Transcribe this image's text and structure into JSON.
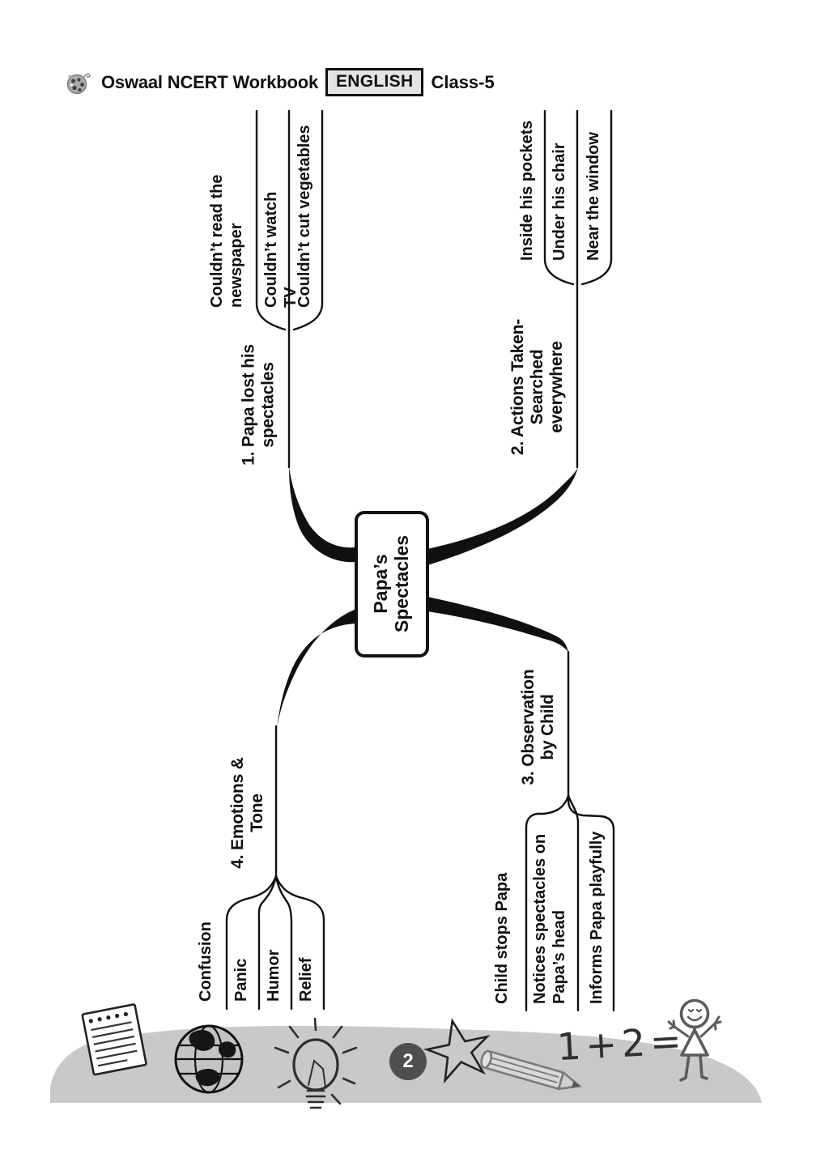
{
  "header": {
    "brand": "Oswaal NCERT Workbook",
    "subject": "ENGLISH",
    "class_label": "Class-5",
    "logo_icon": "ladybug-logo-icon"
  },
  "mindmap": {
    "center": "Papa’s Spectacles",
    "branches": [
      {
        "title": "1. Papa lost his spectacles",
        "leaves": [
          "Couldn’t read the newspaper",
          "Couldn’t watch TV",
          "Couldn’t cut vegetables"
        ]
      },
      {
        "title": "2. Actions Taken- Searched everywhere",
        "leaves": [
          "Inside his pockets",
          "Under his chair",
          "Near the window"
        ]
      },
      {
        "title": "3. Observation by Child",
        "leaves": [
          "Child stops Papa",
          "Notices spectacles on Papa’s head",
          "Informs Papa playfully"
        ]
      },
      {
        "title": "4. Emotions & Tone",
        "leaves": [
          "Confusion",
          "Panic",
          "Humor",
          "Relief"
        ]
      }
    ]
  },
  "footer": {
    "page_number": "2",
    "equation": "1+2=",
    "doodles": [
      "notebook",
      "globe",
      "lightbulb",
      "star",
      "pencil",
      "stick-figure"
    ]
  },
  "colors": {
    "ink": "#111111",
    "strip_gray": "#c9c9c9",
    "page_circle": "#4f4f4f",
    "badge_gray": "#e4e4e4"
  }
}
